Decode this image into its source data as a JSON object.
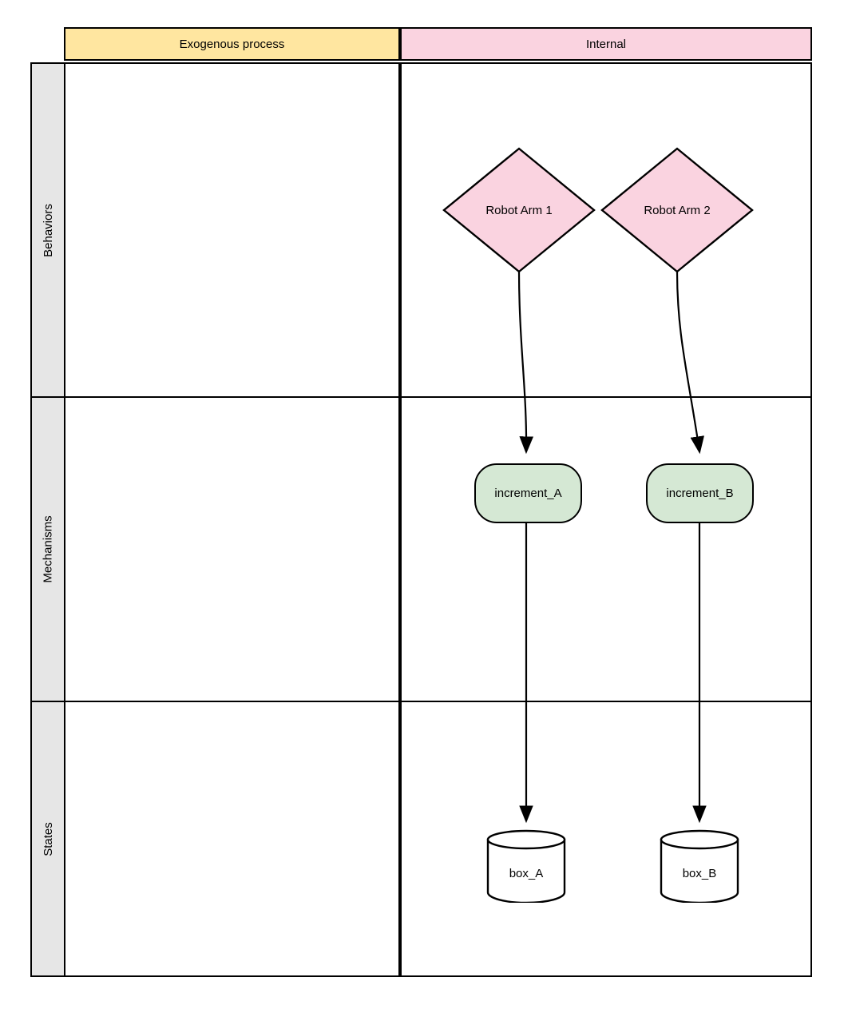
{
  "diagram": {
    "type": "matrix-swimlane",
    "title": "",
    "columns": [
      {
        "id": "exogenous",
        "label": "Exogenous process",
        "color": "#ffe6a0"
      },
      {
        "id": "internal",
        "label": "Internal",
        "color": "#fad3e0"
      }
    ],
    "rows": [
      {
        "id": "behaviors",
        "label": "Behaviors",
        "color": "#e6e6e6"
      },
      {
        "id": "mechanisms",
        "label": "Mechanisms",
        "color": "#e6e6e6"
      },
      {
        "id": "states",
        "label": "States",
        "color": "#e6e6e6"
      }
    ],
    "nodes": [
      {
        "id": "robot_arm_1",
        "label": "Robot Arm 1",
        "shape": "diamond",
        "row": "behaviors",
        "column": "internal",
        "fill": "#fad3e0",
        "stroke": "#000000"
      },
      {
        "id": "robot_arm_2",
        "label": "Robot Arm 2",
        "shape": "diamond",
        "row": "behaviors",
        "column": "internal",
        "fill": "#fad3e0",
        "stroke": "#000000"
      },
      {
        "id": "increment_a",
        "label": "increment_A",
        "shape": "rounded-rect",
        "row": "mechanisms",
        "column": "internal",
        "fill": "#d5e8d4",
        "stroke": "#000000"
      },
      {
        "id": "increment_b",
        "label": "increment_B",
        "shape": "rounded-rect",
        "row": "mechanisms",
        "column": "internal",
        "fill": "#d5e8d4",
        "stroke": "#000000"
      },
      {
        "id": "box_a",
        "label": "box_A",
        "shape": "cylinder",
        "row": "states",
        "column": "internal",
        "fill": "#ffffff",
        "stroke": "#000000"
      },
      {
        "id": "box_b",
        "label": "box_B",
        "shape": "cylinder",
        "row": "states",
        "column": "internal",
        "fill": "#ffffff",
        "stroke": "#000000"
      }
    ],
    "edges": [
      {
        "id": "e1",
        "from": "robot_arm_1",
        "to": "increment_a",
        "style": "curved",
        "arrow": "filled-triangle"
      },
      {
        "id": "e2",
        "from": "robot_arm_2",
        "to": "increment_b",
        "style": "curved",
        "arrow": "filled-triangle"
      },
      {
        "id": "e3",
        "from": "increment_a",
        "to": "box_a",
        "style": "straight",
        "arrow": "filled-triangle"
      },
      {
        "id": "e4",
        "from": "increment_b",
        "to": "box_b",
        "style": "straight",
        "arrow": "filled-triangle"
      }
    ],
    "empty_cells": [
      {
        "row": "behaviors",
        "column": "exogenous"
      },
      {
        "row": "mechanisms",
        "column": "exogenous"
      },
      {
        "row": "states",
        "column": "exogenous"
      }
    ]
  }
}
